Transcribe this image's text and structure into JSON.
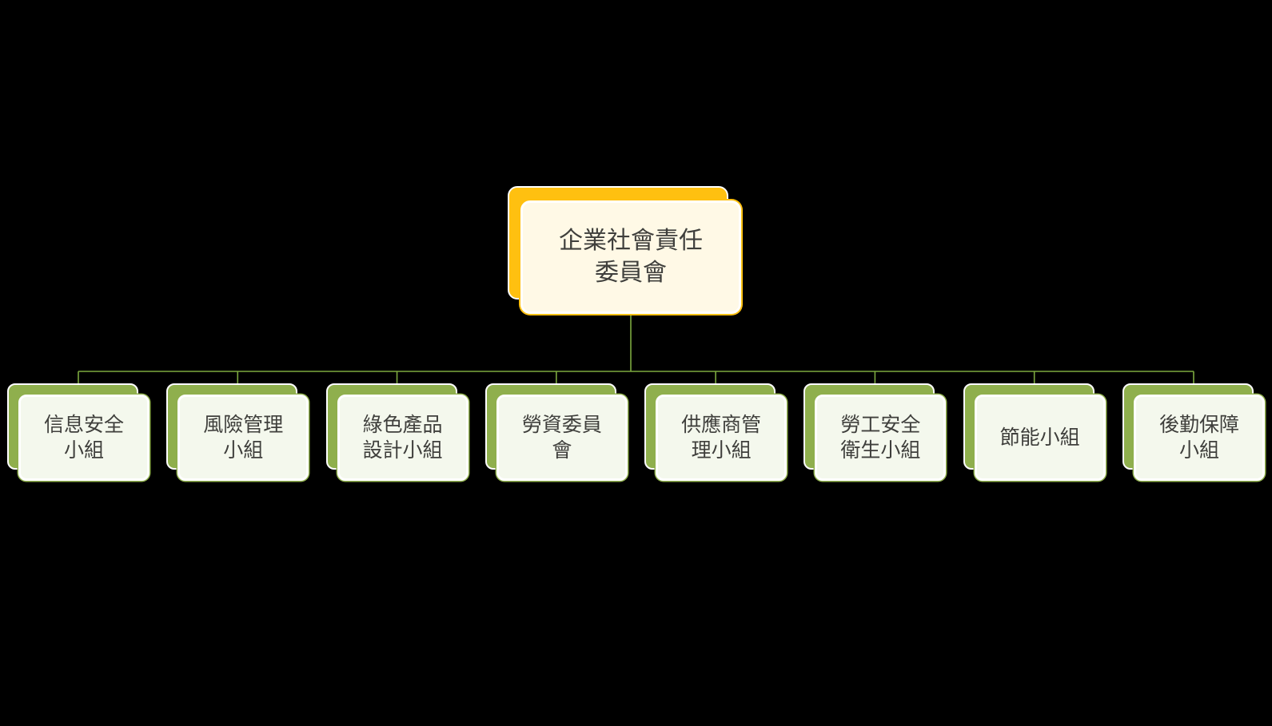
{
  "org_chart": {
    "type": "org-tree",
    "root": {
      "label": "企業社會責任委員會",
      "lines": [
        "企業社會責任",
        "委員會"
      ]
    },
    "children": [
      {
        "label": "信息安全小組",
        "lines": [
          "信息安全",
          "小組"
        ]
      },
      {
        "label": "風險管理小組",
        "lines": [
          "風險管理",
          "小組"
        ]
      },
      {
        "label": "綠色產品設計小組",
        "lines": [
          "綠色產品",
          "設計小組"
        ]
      },
      {
        "label": "勞資委員會",
        "lines": [
          "勞資委員",
          "會"
        ]
      },
      {
        "label": "供應商管理小組",
        "lines": [
          "供應商管",
          "理小組"
        ]
      },
      {
        "label": "勞工安全衛生小組",
        "lines": [
          "勞工安全",
          "衛生小組"
        ]
      },
      {
        "label": "節能小組",
        "lines": [
          "節能小組"
        ]
      },
      {
        "label": "後勤保障小組",
        "lines": [
          "後勤保障",
          "小組"
        ]
      }
    ],
    "colors": {
      "background": "#000000",
      "root_accent": "#FFC010",
      "root_fill": "#FFF9E6",
      "child_accent": "#8FAF4D",
      "child_fill": "#F4F8ED",
      "connector": "#7CA93F",
      "text": "#3F3F3C"
    }
  }
}
